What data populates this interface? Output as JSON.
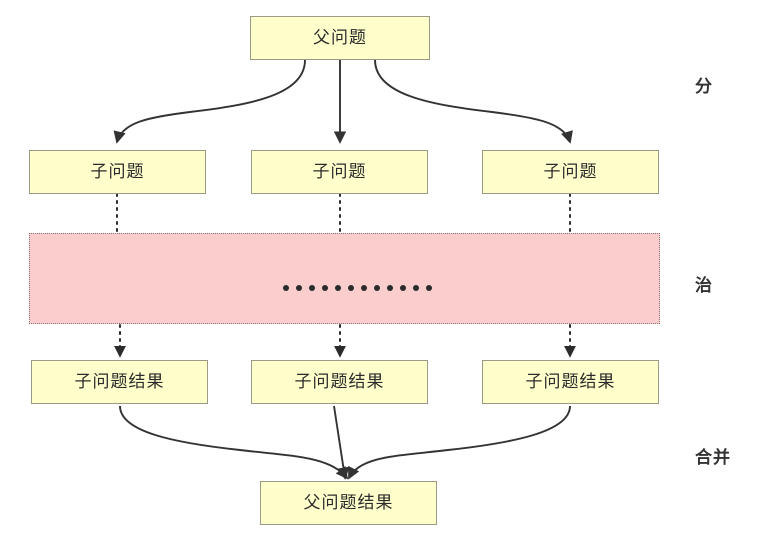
{
  "diagram": {
    "title_text": "",
    "background_color": "#ffffff",
    "node_fill": "#ffffcc",
    "node_border": "#9a9a86",
    "region_fill": "#fbcdcd",
    "region_border": "#8a7070",
    "edge_color": "#333333",
    "label_color": "#333333"
  },
  "nodes": {
    "parent_problem": "父问题",
    "sub_problem_1": "子问题",
    "sub_problem_2": "子问题",
    "sub_problem_3": "子问题",
    "sub_result_1": "子问题结果",
    "sub_result_2": "子问题结果",
    "sub_result_3": "子问题结果",
    "parent_result": "父问题结果"
  },
  "region": {
    "name": "solve-region",
    "dot_count": 12
  },
  "stage_labels": [
    {
      "key": "divide",
      "text": "分"
    },
    {
      "key": "conquer",
      "text": "治"
    },
    {
      "key": "merge",
      "text": "合并"
    }
  ]
}
